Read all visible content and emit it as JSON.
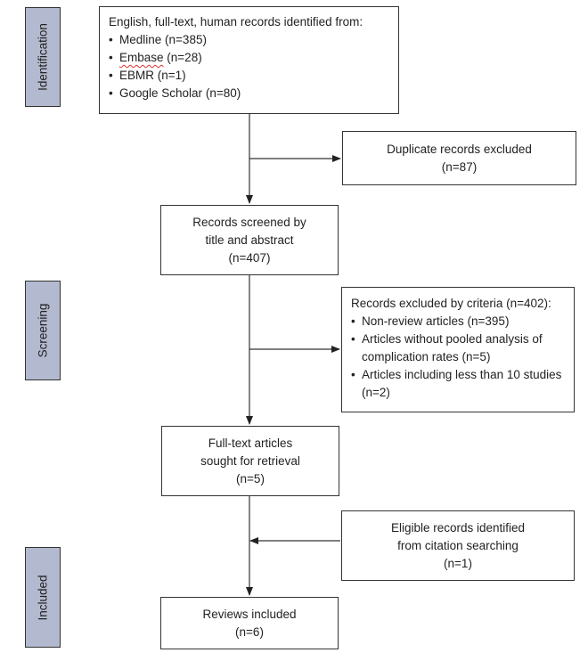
{
  "stages": {
    "identification": "Identification",
    "screening": "Screening",
    "included": "Included"
  },
  "identification_box": {
    "heading": "English, full-text, human records identified from:",
    "sources": [
      {
        "name": "Medline",
        "count": "(n=385)"
      },
      {
        "name": "Embase",
        "count": "(n=28)"
      },
      {
        "name": "EBMR",
        "count": "(n=1)"
      },
      {
        "name": "Google Scholar",
        "count": "(n=80)"
      }
    ]
  },
  "duplicates_box": {
    "line1": "Duplicate records excluded",
    "line2": "(n=87)"
  },
  "screened_box": {
    "line1": "Records screened by",
    "line2": "title and abstract",
    "line3": "(n=407)"
  },
  "excluded_box": {
    "heading": "Records excluded by criteria (n=402):",
    "reasons": [
      "Non-review articles (n=395)",
      "Articles without pooled analysis of complication rates (n=5)",
      "Articles including less than 10 studies (n=2)"
    ]
  },
  "fulltext_box": {
    "line1": "Full-text articles",
    "line2": "sought for retrieval",
    "line3": "(n=5)"
  },
  "citation_box": {
    "line1": "Eligible records identified",
    "line2": "from citation searching",
    "line3": "(n=1)"
  },
  "included_box": {
    "line1": "Reviews included",
    "line2": "(n=6)"
  },
  "colors": {
    "stage_fill": "#b3b9ce",
    "line": "#333333",
    "spell_underline": "#dd3333"
  }
}
